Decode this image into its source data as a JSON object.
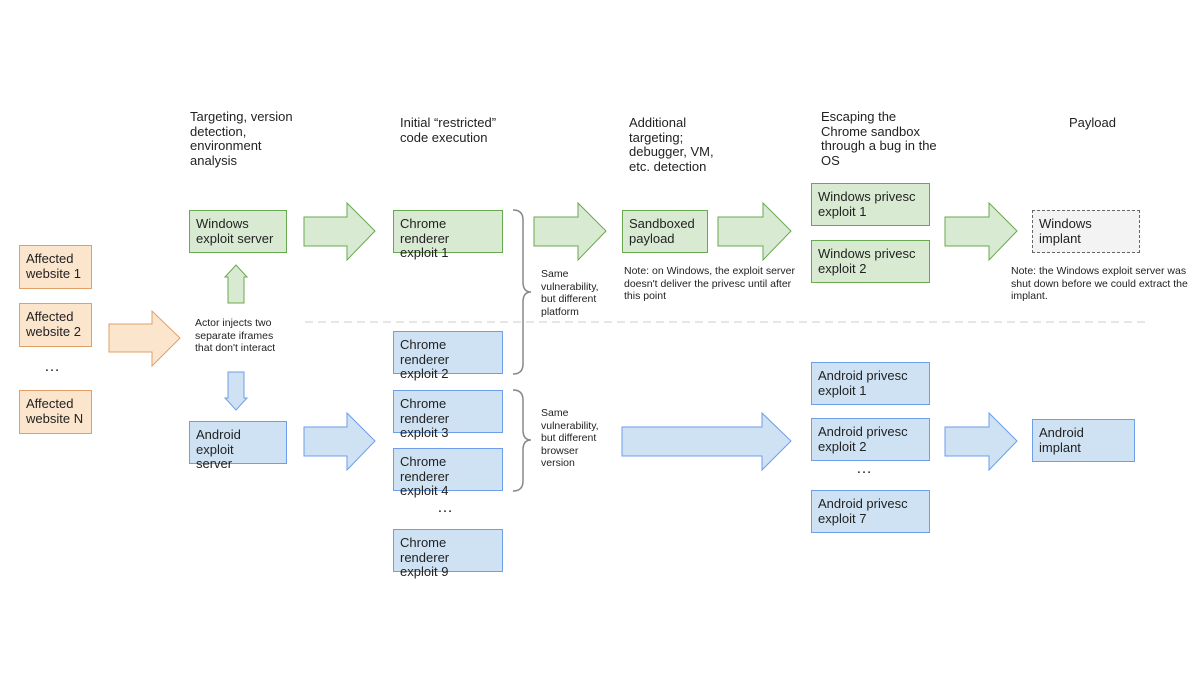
{
  "headers": {
    "targeting": "Targeting, version\ndetection,\nenvironment\nanalysis",
    "initial": "Initial “restricted”\ncode execution",
    "additional": "Additional\ntargeting;\ndebugger, VM,\netc. detection",
    "escaping": "Escaping the\nChrome sandbox\nthrough a bug in the\nOS",
    "payload": "Payload"
  },
  "websites": {
    "w1": "Affected\nwebsite 1",
    "w2": "Affected\nwebsite 2",
    "dots": "…",
    "wn": "Affected\nwebsite N"
  },
  "servers": {
    "windows": "Windows\nexploit server",
    "android": "Android exploit\nserver"
  },
  "actor_note": "Actor injects two\nseparate iframes\nthat don't interact",
  "renderers": {
    "r1": "Chrome renderer\nexploit 1",
    "r2": "Chrome renderer\nexploit 2",
    "r3": "Chrome renderer\nexploit 3",
    "r4": "Chrome renderer\nexploit 4",
    "dots": "…",
    "r9": "Chrome renderer\nexploit 9"
  },
  "brace_notes": {
    "platform": "Same\nvulnerability,\nbut different\nplatform",
    "browser": "Same\nvulnerability,\nbut different\nbrowser\nversion"
  },
  "sandboxed": "Sandboxed\npayload",
  "windows_note": "Note: on Windows, the exploit server\ndoesn't deliver the privesc until after\nthis point",
  "privesc": {
    "win1": "Windows privesc\nexploit 1",
    "win2": "Windows privesc\nexploit 2",
    "and1": "Android privesc\nexploit 1",
    "and2": "Android privesc\nexploit 2",
    "dots": "…",
    "and7": "Android privesc\nexploit 7"
  },
  "implants": {
    "windows": "Windows implant",
    "android": "Android implant"
  },
  "implant_note": "Note: the Windows exploit server was\nshut down before we could extract the\nimplant.",
  "colors": {
    "orange_fill": "#fce5cd",
    "green_fill": "#d9ead3",
    "blue_fill": "#cfe2f3",
    "divider": "#dddddd"
  }
}
